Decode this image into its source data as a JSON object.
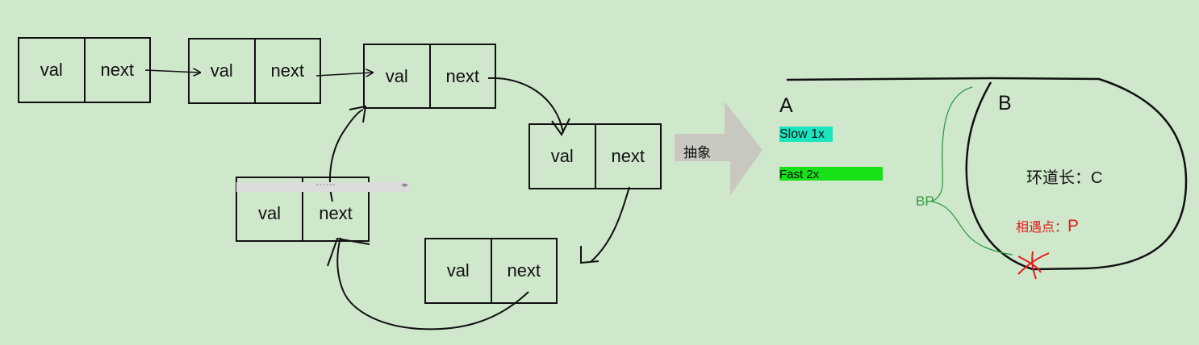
{
  "nodes": [
    {
      "val": "val",
      "next": "next"
    },
    {
      "val": "val",
      "next": "next"
    },
    {
      "val": "val",
      "next": "next"
    },
    {
      "val": "val",
      "next": "next"
    },
    {
      "val": "val",
      "next": "next"
    },
    {
      "val": "val",
      "next": "next"
    }
  ],
  "toolbar": {
    "dots": "⋯⋯",
    "arrows": "◂▸"
  },
  "abstract": {
    "label": "抽象",
    "arrow_color": "#c8c8c0"
  },
  "loop": {
    "point_a": "A",
    "point_b": "B",
    "slow": "Slow 1x",
    "slow_color": "#19e6bf",
    "fast": "Fast 2x",
    "fast_color": "#17e017",
    "bp": "BP",
    "bp_color": "#2e9a46",
    "ring_length": "环道长：C",
    "meet_prefix": "相遇点：",
    "meet_letter": "P",
    "meet_color": "#e31b1b"
  }
}
